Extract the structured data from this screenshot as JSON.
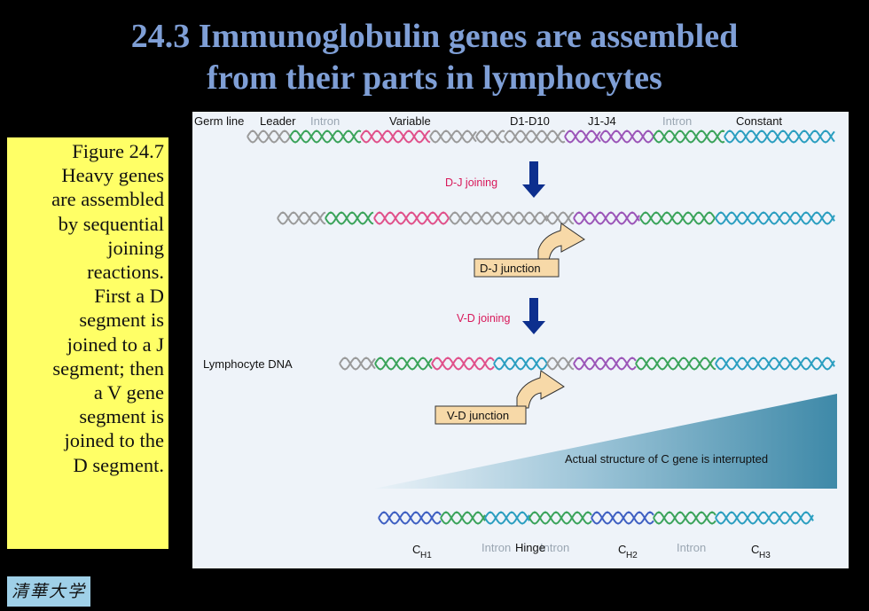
{
  "title": {
    "line1": "24.3 Immunoglobulin genes are assembled",
    "line2": "from their parts in lymphocytes"
  },
  "caption": {
    "lines": [
      "Figure 24.7",
      "Heavy genes",
      "are assembled",
      "by sequential",
      "joining",
      "reactions.",
      "First a D",
      "segment is",
      "joined to a J",
      "segment; then",
      "a V gene",
      "segment is",
      "joined to the",
      "D segment."
    ]
  },
  "figure": {
    "row_labels": {
      "germ_line": "Germ line",
      "lymphocyte_dna": "Lymphocyte DNA"
    },
    "segment_labels": {
      "leader": "Leader",
      "intron1": "Intron",
      "variable": "Variable",
      "d": "D1-D10",
      "j": "J1-J4",
      "intron2": "Intron",
      "constant": "Constant"
    },
    "steps": {
      "dj_joining": "D-J joining",
      "vd_joining": "V-D joining"
    },
    "junctions": {
      "dj": "D-J junction",
      "vd": "V-D junction"
    },
    "callout": "Actual structure of C gene is interrupted",
    "c_gene": {
      "ch1": "C",
      "ch1_sub": "H1",
      "intron_a": "Intron",
      "hinge": "Hinge",
      "intron_b": "Intron",
      "ch2": "C",
      "ch2_sub": "H2",
      "intron_c": "Intron",
      "ch3": "C",
      "ch3_sub": "H3"
    },
    "colors": {
      "grey": "#9a9a9a",
      "green": "#3aa35a",
      "pink": "#e0508a",
      "purple": "#9b55b8",
      "teal": "#2a9ec0",
      "blue": "#3e5fc2",
      "label_red": "#d8185a",
      "arrow": "#0d2f8e",
      "junction_fill": "#f7d9a8"
    }
  },
  "logo": {
    "text": "清華大学"
  }
}
